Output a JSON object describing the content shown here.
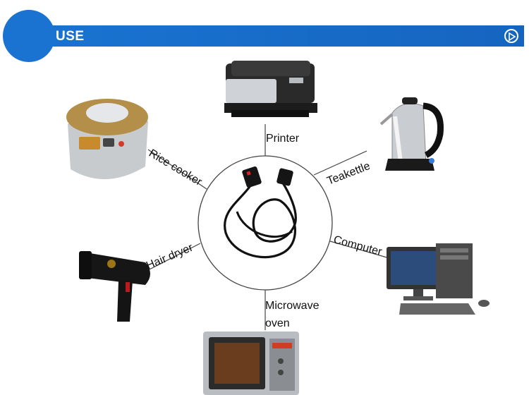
{
  "header": {
    "title": "USE",
    "accent_color": "#1a73d1",
    "play_icon": "play-circle-icon"
  },
  "center": {
    "item": "power-cord-with-uk-plug"
  },
  "appliances": {
    "printer": "Printer",
    "teakettle": "Teakettle",
    "computer": "Computer",
    "microwave_line1": "Microwave",
    "microwave_line2": "oven",
    "hair_dryer": "Hair dryer",
    "rice_cooker": "Rice cooker"
  }
}
